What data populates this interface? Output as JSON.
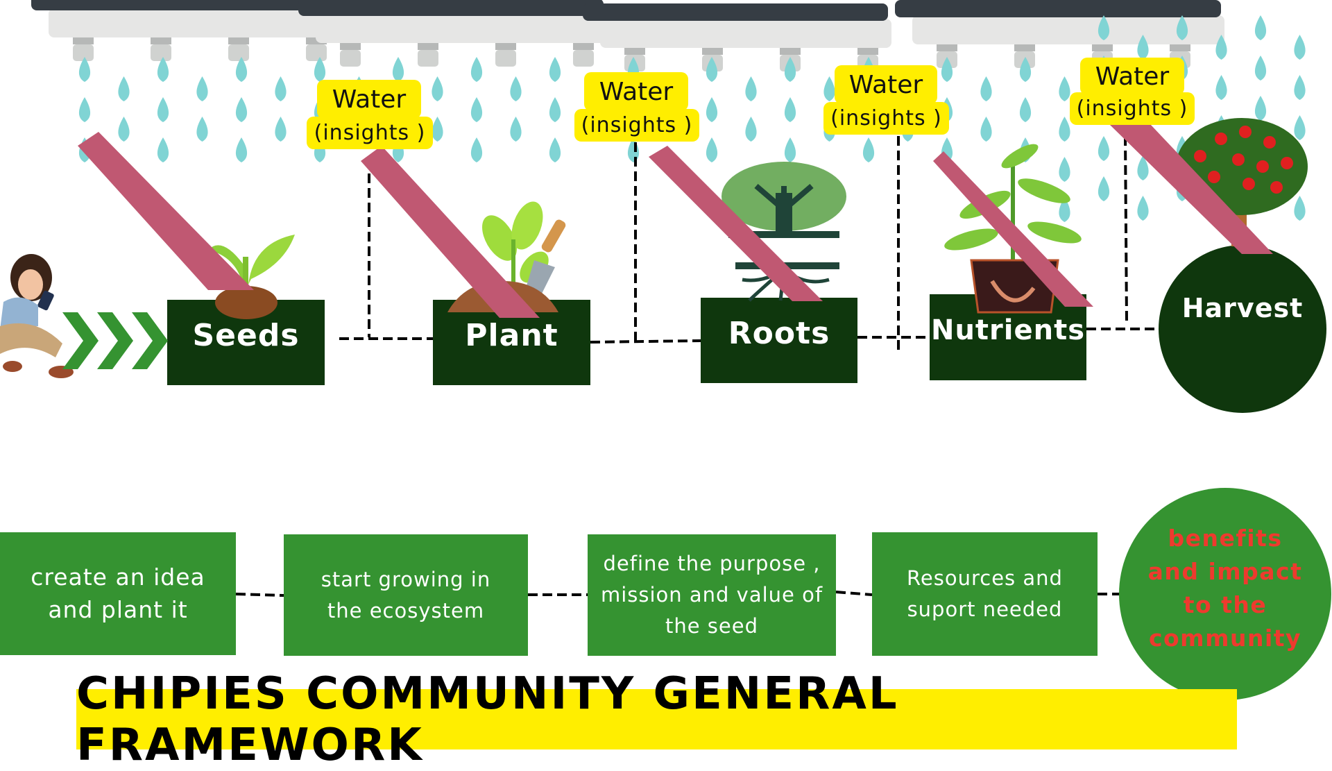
{
  "title": "CHIPIES COMMUNITY GENERAL FRAMEWORK",
  "colors": {
    "stage_dark_green": "#0f370d",
    "desc_green": "#359331",
    "impact_text_red": "#ee3a2e",
    "water_label_yellow": "#ffee00",
    "raindrop_teal": "#80d4d4",
    "pipe_pink": "#c05872",
    "shower_dark": "#363d44",
    "shower_light": "#e6e6e5",
    "arrow_green": "#359331"
  },
  "stages": [
    {
      "label": "Seeds",
      "icon": "sprouting-seed-icon"
    },
    {
      "label": "Plant",
      "icon": "seedling-trowel-icon"
    },
    {
      "label": "Roots",
      "icon": "tree-roots-icon"
    },
    {
      "label": "Nutrients",
      "icon": "potted-plant-roots-icon"
    },
    {
      "label": "Harvest",
      "icon": "apple-tree-icon"
    }
  ],
  "water_labels": [
    {
      "line1": "Water",
      "line2": "(insights )"
    },
    {
      "line1": "Water",
      "line2": "(insights )"
    },
    {
      "line1": "Water",
      "line2": "(insights )"
    },
    {
      "line1": "Water",
      "line2": "(insights )"
    }
  ],
  "descriptions": [
    {
      "text": "create an idea and plant it"
    },
    {
      "text": "start growing in the ecosystem"
    },
    {
      "text": "define the purpose , mission and value of the seed"
    },
    {
      "text": "Resources and suport needed"
    },
    {
      "text": "benefits and impact to the community"
    }
  ],
  "decorations": {
    "person": "girl-with-phone-icon",
    "arrows": "triple-chevron-right-icon",
    "rain": "raindrop-icon",
    "shower": "shower-head-icon"
  }
}
